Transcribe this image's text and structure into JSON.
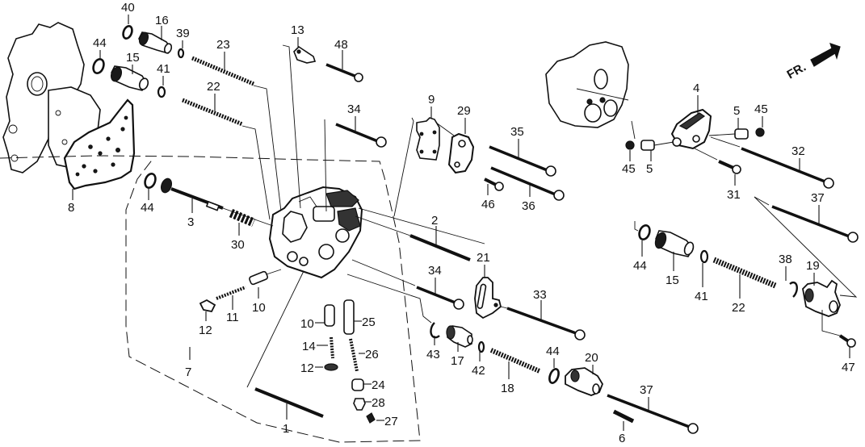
{
  "diagram": {
    "title": "Automatic transmission valve body exploded view",
    "direction_label": "FR.",
    "callouts": {
      "c40": "40",
      "c16": "16",
      "c39": "39",
      "c44a": "44",
      "c15a": "15",
      "c41a": "41",
      "c23": "23",
      "c22a": "22",
      "c8": "8",
      "c13": "13",
      "c48": "48",
      "c34a": "34",
      "c9": "9",
      "c29": "29",
      "c35": "35",
      "c46": "46",
      "c36": "36",
      "c4": "4",
      "c5a": "5",
      "c45a": "45",
      "c45b": "45",
      "c5b": "5",
      "c32": "32",
      "c31": "31",
      "c37a": "37",
      "c44b": "44",
      "c3": "3",
      "c30": "30",
      "c2": "2",
      "c21": "21",
      "c34b": "34",
      "c33": "33",
      "c44c": "44",
      "c15b": "15",
      "c41b": "41",
      "c22b": "22",
      "c38": "38",
      "c19": "19",
      "c47": "47",
      "c12a": "12",
      "c11": "11",
      "c10a": "10",
      "c10b": "10",
      "c25": "25",
      "c14": "14",
      "c26": "26",
      "c12b": "12",
      "c24": "24",
      "c28": "28",
      "c27": "27",
      "c7": "7",
      "c1": "1",
      "c43": "43",
      "c17": "17",
      "c42": "42",
      "c18": "18",
      "c44d": "44",
      "c20": "20",
      "c37b": "37",
      "c6": "6"
    }
  }
}
